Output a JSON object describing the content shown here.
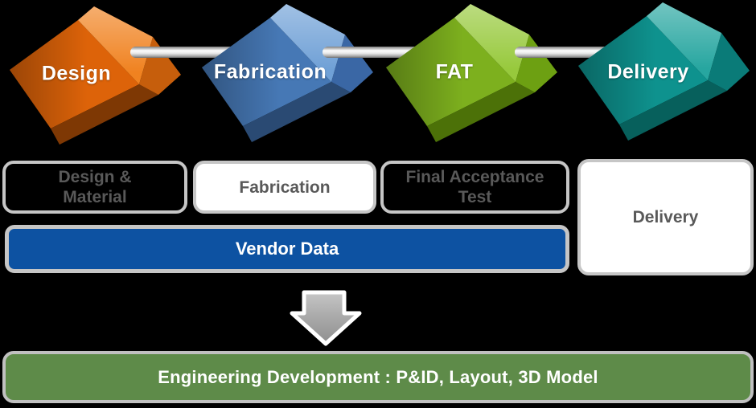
{
  "palette": {
    "background": "#000000",
    "silver_border": "#C6C6C6",
    "rod_silver": "#E8E8E8",
    "box_fill_white": "#FFFFFF",
    "box_text_gray": "#595959",
    "vendor_blue": "#0D52A2",
    "engineering_green": "#5E8B49",
    "arrow_gray": "#ABABAB",
    "cube_text_white": "#FFFFFF"
  },
  "process_cubes": [
    {
      "label": "Design",
      "front": "#DD6309",
      "top": "#F08220",
      "side": "#C65E0C",
      "bottom": "#7E3804"
    },
    {
      "label": "Fabrication",
      "front": "#4678B5",
      "top": "#6FA0D6",
      "side": "#3A67A5",
      "bottom": "#2A4A73"
    },
    {
      "label": "FAT",
      "front": "#7DB01E",
      "top": "#97C93C",
      "side": "#6DA012",
      "bottom": "#4C7108"
    },
    {
      "label": "Delivery",
      "front": "#0E928E",
      "top": "#27A6A0",
      "side": "#0A7B78",
      "bottom": "#07605C"
    }
  ],
  "phase_boxes": [
    {
      "lines": [
        "Design &",
        "Material"
      ]
    },
    {
      "lines": [
        "Fabrication"
      ]
    },
    {
      "lines": [
        "Final Acceptance",
        "Test"
      ]
    },
    {
      "lines": [
        "Delivery"
      ]
    }
  ],
  "vendor_bar": {
    "label": "Vendor Data"
  },
  "summary_bar": {
    "label": "Engineering Development : P&ID, Layout, 3D Model"
  }
}
